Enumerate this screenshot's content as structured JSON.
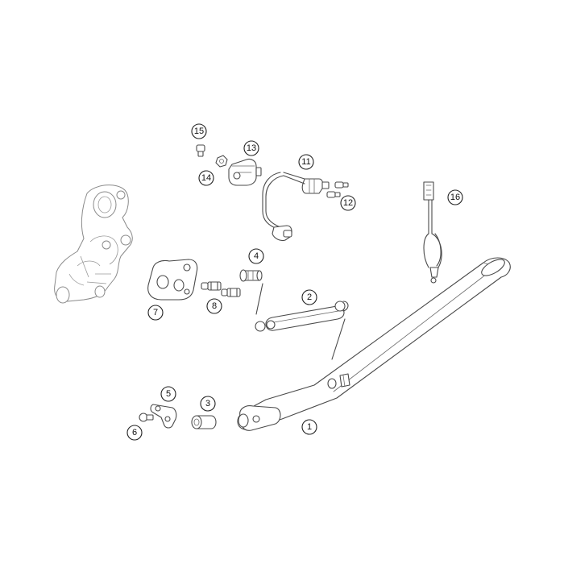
{
  "callouts": [
    {
      "id": "1",
      "label": "1"
    },
    {
      "id": "2",
      "label": "2"
    },
    {
      "id": "3",
      "label": "3"
    },
    {
      "id": "4",
      "label": "4"
    },
    {
      "id": "5",
      "label": "5"
    },
    {
      "id": "6",
      "label": "6"
    },
    {
      "id": "7",
      "label": "7"
    },
    {
      "id": "8",
      "label": "8"
    },
    {
      "id": "11",
      "label": "11"
    },
    {
      "id": "12",
      "label": "12"
    },
    {
      "id": "13",
      "label": "13"
    },
    {
      "id": "14",
      "label": "14"
    },
    {
      "id": "15",
      "label": "15"
    },
    {
      "id": "16",
      "label": "16"
    }
  ]
}
